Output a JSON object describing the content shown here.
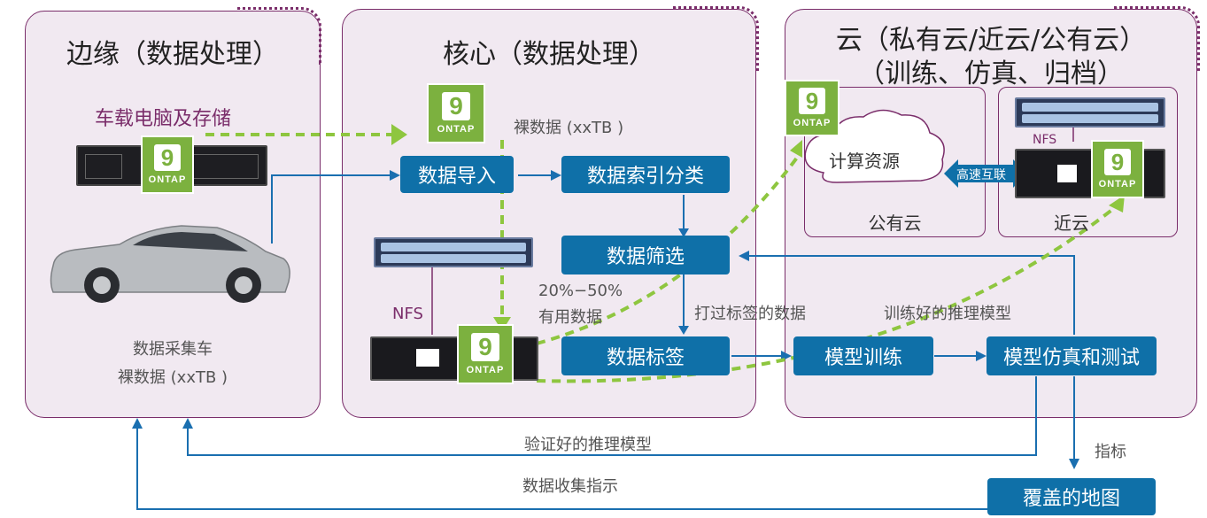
{
  "edge": {
    "title": "边缘（数据处理）",
    "subtitle": "车载电脑及存储",
    "caption_line1": "数据采集车",
    "caption_line2": "裸数据 (xxTB )"
  },
  "core": {
    "title": "核心（数据处理）",
    "raw_data_label": "裸数据 (xxTB )",
    "import_box": "数据导入",
    "index_box": "数据索引分类",
    "filter_box": "数据筛选",
    "label_box": "数据标签",
    "percent_line1": "20%−50%",
    "percent_line2": "有用数据",
    "nfs": "NFS",
    "labeled_data": "打过标签的数据"
  },
  "cloud": {
    "title_line1": "云（私有云/近云/公有云）",
    "title_line2": "（训练、仿真、归档）",
    "compute": "计算资源",
    "interconnect": "高速互联",
    "public_cloud": "公有云",
    "near_cloud": "近云",
    "nfs": "NFS",
    "trained_model": "训练好的推理模型",
    "train_box": "模型训练",
    "sim_box": "模型仿真和测试"
  },
  "bottom": {
    "validated_model": "验证好的推理模型",
    "collection_instructions": "数据收集指示",
    "metrics": "指标",
    "map_box": "覆盖的地图"
  },
  "ontap": {
    "digit": "9",
    "word": "ONTAP"
  },
  "colors": {
    "purple": "#7a2d6a",
    "panel_bg": "#f1e9f1",
    "blue": "#0f70a8",
    "green": "#7cb13f",
    "line": "#1a6fb0"
  }
}
